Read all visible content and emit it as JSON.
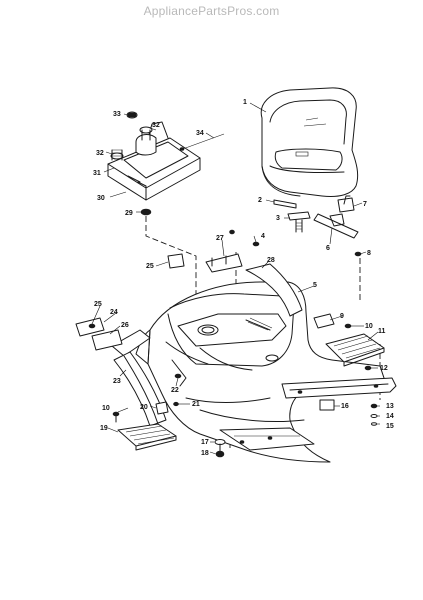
{
  "watermark": "AppliancePartsPros.com",
  "callouts": [
    {
      "id": "c1",
      "label": "1"
    },
    {
      "id": "c2",
      "label": "2"
    },
    {
      "id": "c3",
      "label": "3"
    },
    {
      "id": "c4",
      "label": "4"
    },
    {
      "id": "c5",
      "label": "5"
    },
    {
      "id": "c6",
      "label": "6"
    },
    {
      "id": "c7",
      "label": "7"
    },
    {
      "id": "c8",
      "label": "8"
    },
    {
      "id": "c9",
      "label": "9"
    },
    {
      "id": "c10a",
      "label": "10"
    },
    {
      "id": "c10b",
      "label": "10"
    },
    {
      "id": "c11",
      "label": "11"
    },
    {
      "id": "c12",
      "label": "12"
    },
    {
      "id": "c13",
      "label": "13"
    },
    {
      "id": "c14",
      "label": "14"
    },
    {
      "id": "c15",
      "label": "15"
    },
    {
      "id": "c16",
      "label": "16"
    },
    {
      "id": "c17",
      "label": "17"
    },
    {
      "id": "c18",
      "label": "18"
    },
    {
      "id": "c19",
      "label": "19"
    },
    {
      "id": "c20",
      "label": "20"
    },
    {
      "id": "c21",
      "label": "21"
    },
    {
      "id": "c22",
      "label": "22"
    },
    {
      "id": "c23",
      "label": "23"
    },
    {
      "id": "c24",
      "label": "24"
    },
    {
      "id": "c25a",
      "label": "25"
    },
    {
      "id": "c25b",
      "label": "25"
    },
    {
      "id": "c26",
      "label": "26"
    },
    {
      "id": "c27",
      "label": "27"
    },
    {
      "id": "c28",
      "label": "28"
    },
    {
      "id": "c29",
      "label": "29"
    },
    {
      "id": "c30",
      "label": "30"
    },
    {
      "id": "c31",
      "label": "31"
    },
    {
      "id": "c32a",
      "label": "32"
    },
    {
      "id": "c32b",
      "label": "32"
    },
    {
      "id": "c33",
      "label": "33"
    },
    {
      "id": "c34",
      "label": "34"
    }
  ]
}
